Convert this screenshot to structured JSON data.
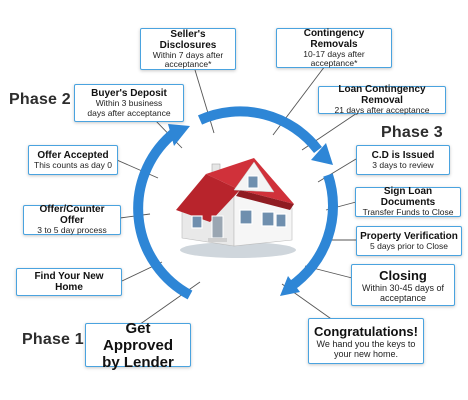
{
  "phases": {
    "phase1": "Phase 1",
    "phase2": "Phase 2",
    "phase3": "Phase 3"
  },
  "steps": {
    "get_approved": {
      "title": "Get Approved\nby Lender"
    },
    "find_home": {
      "title": "Find Your New Home"
    },
    "offer_counter": {
      "title": "Offer/Counter Offer",
      "sub": "3 to 5 day process"
    },
    "offer_accepted": {
      "title": "Offer Accepted",
      "sub": "This counts as day 0"
    },
    "buyers_deposit": {
      "title": "Buyer's Deposit",
      "sub": "Within 3 business\ndays after acceptance"
    },
    "sellers_disclosures": {
      "title": "Seller's Disclosures",
      "sub": "Within 7 days after\nacceptance*"
    },
    "contingency_removals": {
      "title": "Contingency Removals",
      "sub": "10-17 days after\nacceptance*"
    },
    "loan_contingency_removal": {
      "title": "Loan Contingency Removal",
      "sub": "21 days after acceptance"
    },
    "cd_issued": {
      "title": "C.D is Issued",
      "sub": "3 days to review"
    },
    "sign_loan_documents": {
      "title": "Sign Loan Documents",
      "sub": "Transfer Funds to Close"
    },
    "property_verification": {
      "title": "Property Verification",
      "sub": "5 days prior to Close"
    },
    "closing": {
      "title": "Closing",
      "sub": "Within 30-45 days of\nacceptance"
    },
    "congratulations": {
      "title": "Congratulations!",
      "sub": "We hand you the keys to\nyour new home."
    }
  },
  "colors": {
    "cycle_arrow": "#2e86d6",
    "box_border": "#4aa3df",
    "roof": "#b8242c",
    "walls": "#f2f2f2"
  },
  "icons": [
    "house-illustration",
    "cycle-arrow-icon"
  ]
}
